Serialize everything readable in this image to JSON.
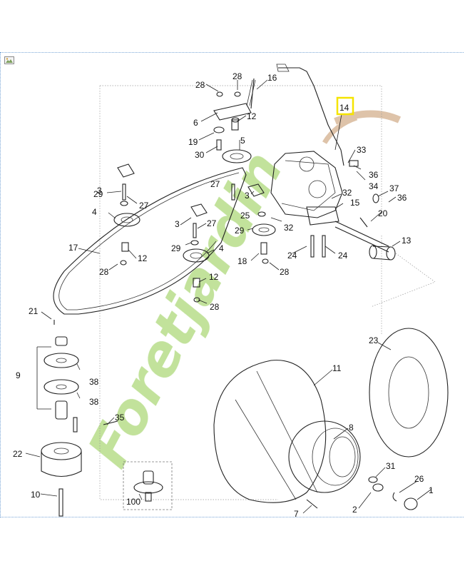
{
  "toolbar": {
    "image_icon": "image-icon"
  },
  "highlight": {
    "label": "14",
    "color": "#f5e400"
  },
  "watermark": {
    "text": "Foretjardin",
    "color_green": "#b7dd8a",
    "color_orange": "#f6c48c",
    "color_swoosh": "#d9b99a"
  },
  "callouts": {
    "c28a": "28",
    "c28b": "28",
    "c16": "16",
    "c6": "6",
    "c12a": "12",
    "c19": "19",
    "c30": "30",
    "c5": "5",
    "c14": "14",
    "c33": "33",
    "c36a": "36",
    "c34": "34",
    "c37": "37",
    "c36b": "36",
    "c20": "20",
    "c3a": "3",
    "c29a": "29",
    "c27a": "27",
    "c4a": "4",
    "c27b": "27",
    "c3b": "3",
    "c25": "25",
    "c32a": "32",
    "c15": "15",
    "c32b": "32",
    "c3c": "3",
    "c27c": "27",
    "c29b": "29",
    "c4b": "4",
    "c17": "17",
    "c12b": "12",
    "c28c": "28",
    "c18": "18",
    "c28d": "28",
    "c24a": "24",
    "c24b": "24",
    "c13": "13",
    "c12c": "12",
    "c28e": "28",
    "c21": "21",
    "c9": "9",
    "c38a": "38",
    "c38b": "38",
    "c23": "23",
    "c11": "11",
    "c35": "35",
    "c8": "8",
    "c22": "22",
    "c31": "31",
    "c26": "26",
    "c1": "1",
    "c10": "10",
    "c100": "100",
    "c2": "2",
    "c7": "7"
  }
}
